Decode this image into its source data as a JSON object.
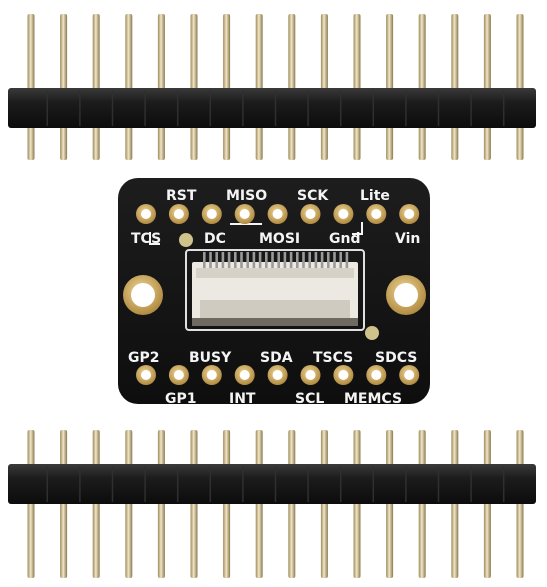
{
  "board": {
    "top_labels": {
      "rst": "RST",
      "miso": "MISO",
      "sck": "SCK",
      "lite": "Lite",
      "tcs": "TCS",
      "dc": "DC",
      "mosi": "MOSI",
      "gnd": "Gnd",
      "vin": "Vin"
    },
    "bottom_labels": {
      "gp2": "GP2",
      "busy": "BUSY",
      "sda": "SDA",
      "tscs": "TSCS",
      "sdcs": "SDCS",
      "gp1": "GP1",
      "int": "INT",
      "scl": "SCL",
      "memcs": "MEMCS"
    },
    "colors": {
      "pcb": "#121212",
      "silkscreen": "#f4f4f4",
      "gold_pad": "#c9a45a",
      "header_plastic": "#1a1a1a",
      "pin_metal": "#d8c89c"
    }
  },
  "headers": {
    "top_pin_count": 16,
    "bottom_pin_count": 16
  }
}
